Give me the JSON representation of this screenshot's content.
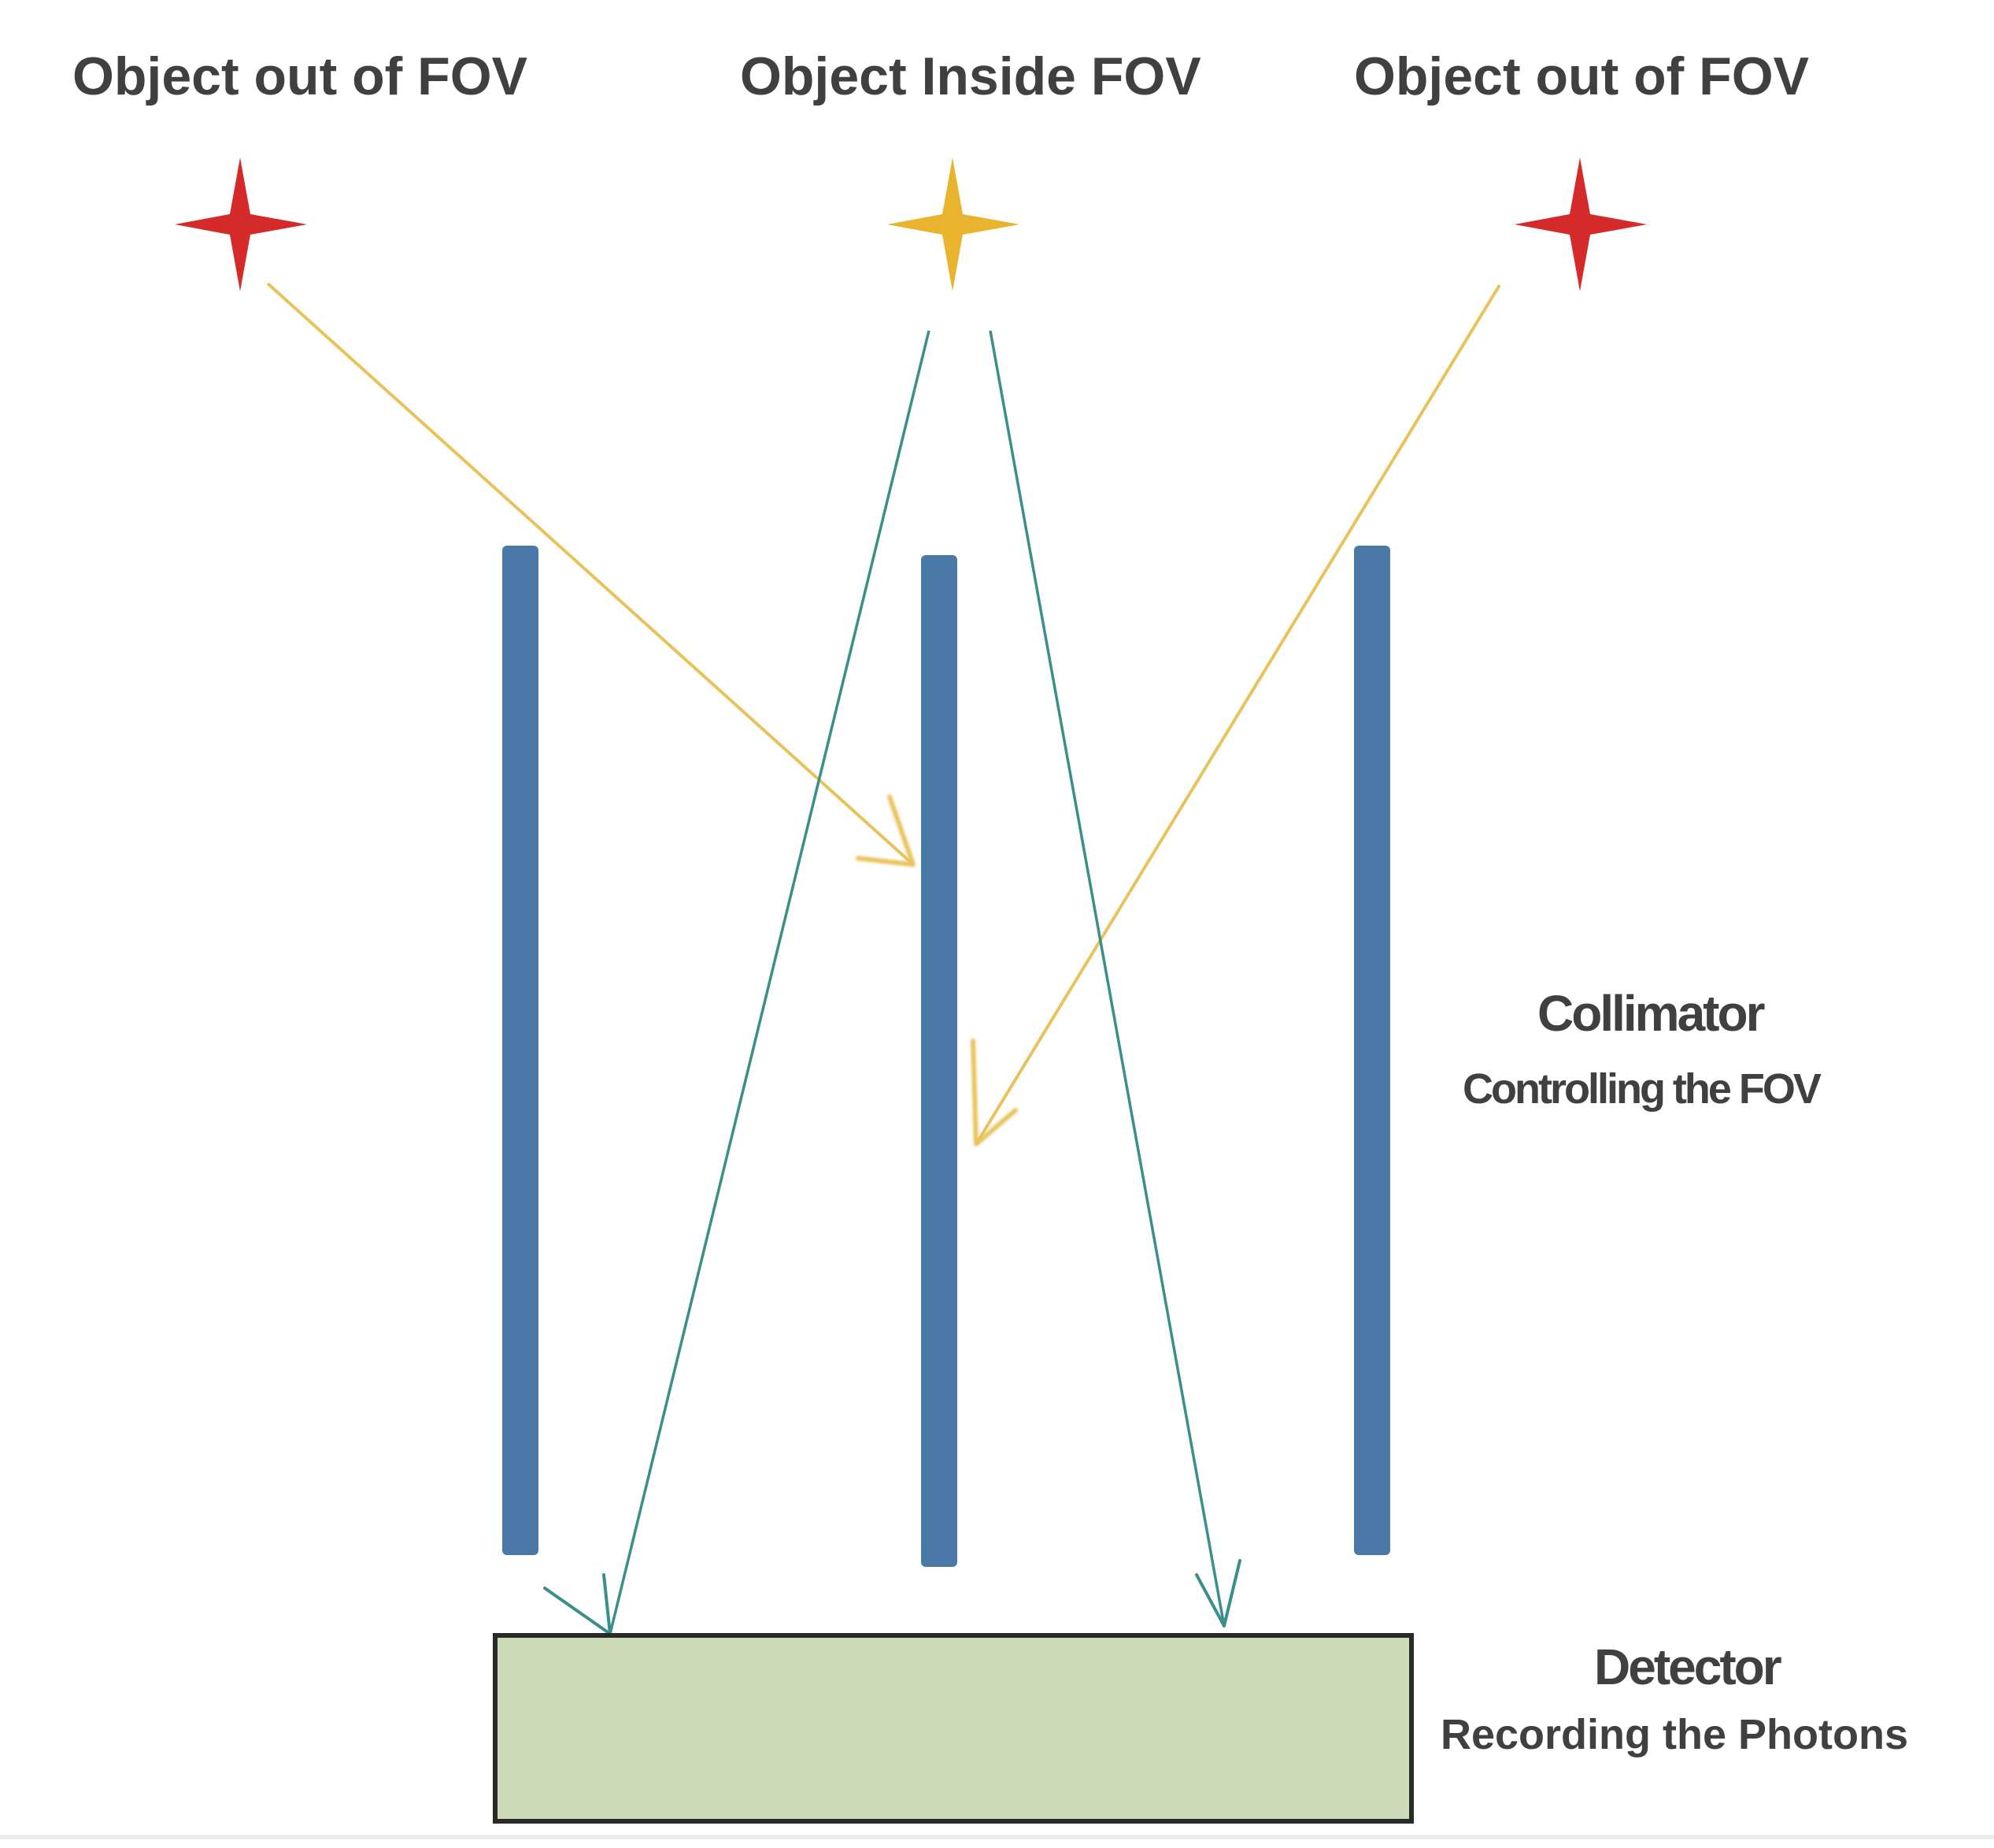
{
  "objects": [
    {
      "label": "Object out of FOV",
      "star_color": "#d42a2a",
      "in_fov": false
    },
    {
      "label": "Object Inside FOV",
      "star_color": "#e8b42e",
      "in_fov": true
    },
    {
      "label": "Object out of FOV",
      "star_color": "#d42a2a",
      "in_fov": false
    }
  ],
  "collimator": {
    "title": "Collimator",
    "subtitle": "Controlling the FOV",
    "color": "#4a79a8"
  },
  "detector": {
    "title": "Detector",
    "subtitle": "Recording the Photons",
    "fill": "#cddbb8",
    "border": "#2a2a2a"
  },
  "rays": {
    "accepted_color": "#3a8f8a",
    "blocked_color": "#e8c25a"
  }
}
